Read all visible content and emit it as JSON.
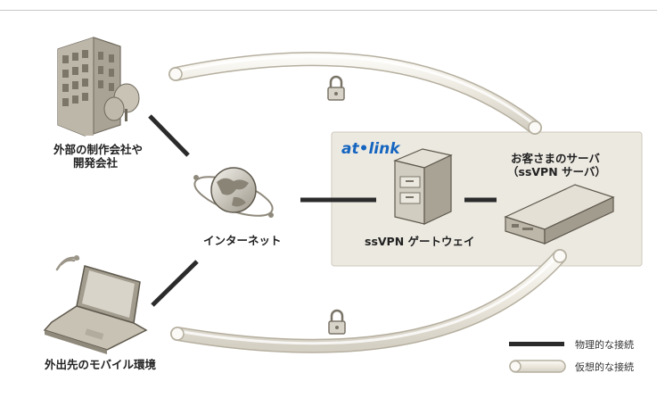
{
  "nodes": {
    "office_label": [
      "外部の制作会社や",
      "開発会社"
    ],
    "internet_label": "インターネット",
    "gateway_label": "ssVPN ゲートウェイ",
    "server_label": [
      "お客さまのサーバ",
      "（ssVPN サーバ）"
    ],
    "mobile_label": "外出先のモバイル環境"
  },
  "brand": {
    "logo_text": "at•link",
    "color": "#1565c0"
  },
  "legend": {
    "physical_label": "物理的な接続",
    "virtual_label": "仮想的な接続"
  },
  "colors": {
    "datacenter_bg": "#ece9e1",
    "datacenter_border": "#cfc9bd",
    "tube_fill": "#eeebe2",
    "tube_stroke": "#b9b3a6",
    "physical_line": "#2b2b2b",
    "device_fill": "#d9d4c9",
    "device_stroke": "#7a7468"
  },
  "icons": [
    "building-icon",
    "globe-icon",
    "laptop-icon",
    "server-tower-icon",
    "rack-server-icon",
    "lock-icon",
    "wifi-icon"
  ]
}
